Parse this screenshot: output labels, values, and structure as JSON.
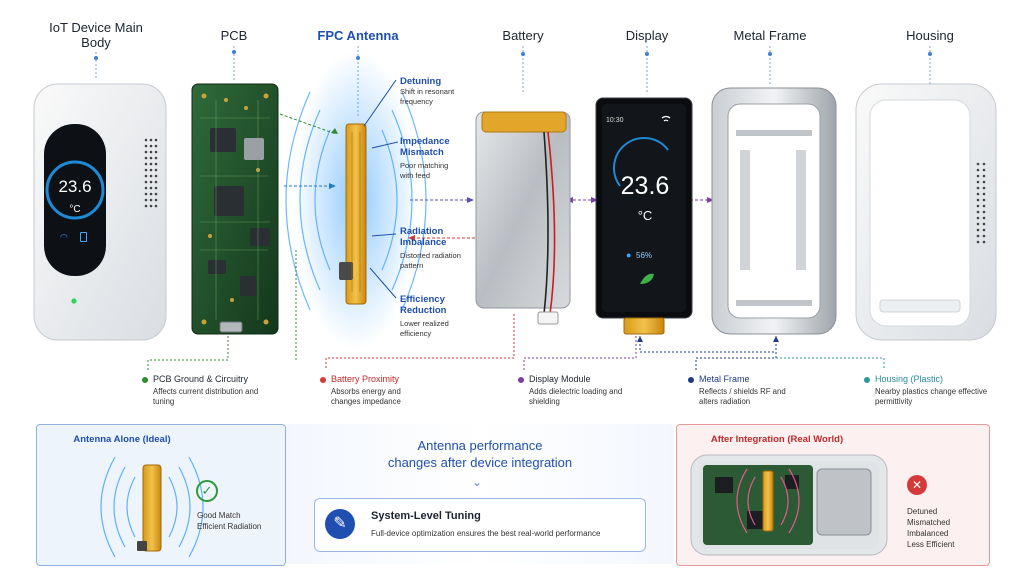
{
  "columns": [
    {
      "id": "main",
      "label": "IoT Device Main Body"
    },
    {
      "id": "pcb",
      "label": "PCB"
    },
    {
      "id": "fpc",
      "label": "FPC Antenna"
    },
    {
      "id": "battery",
      "label": "Battery"
    },
    {
      "id": "display",
      "label": "Display"
    },
    {
      "id": "frame",
      "label": "Metal Frame"
    },
    {
      "id": "housing",
      "label": "Housing"
    }
  ],
  "device_readout": {
    "temp": "23.6",
    "unit": "°C"
  },
  "display_readout": {
    "time": "10:30",
    "temp": "23.6",
    "unit": "°C",
    "humidity": "56%"
  },
  "antenna_effects": [
    {
      "title": "Detuning",
      "desc": "Shift in resonant frequency"
    },
    {
      "title": "Impedance Mismatch",
      "desc": "Poor matching with feed"
    },
    {
      "title": "Radiation Imbalance",
      "desc": "Distorted radiation pattern"
    },
    {
      "title": "Efficiency Reduction",
      "desc": "Lower realized efficiency"
    }
  ],
  "influences": [
    {
      "title": "PCB Ground & Circuitry",
      "desc": "Affects current distribution and tuning",
      "color": "#2e8b2e"
    },
    {
      "title": "Battery Proximity",
      "desc": "Absorbs energy and changes impedance",
      "color": "#d43a3a"
    },
    {
      "title": "Display Module",
      "desc": "Adds dielectric loading and shielding",
      "color": "#7b3fa0"
    },
    {
      "title": "Metal Frame",
      "desc": "Reflects / shields RF and alters radiation",
      "color": "#1f3a8a"
    },
    {
      "title": "Housing (Plastic)",
      "desc": "Nearby plastics change effective permittivity",
      "color": "#2a9a9a"
    }
  ],
  "ideal": {
    "title": "Antenna Alone (Ideal)",
    "line1": "Good Match",
    "line2": "Efficient Radiation"
  },
  "center": {
    "line1": "Antenna performance",
    "line2": "changes after device integration",
    "tuning_title": "System-Level Tuning",
    "tuning_desc": "Full-device optimization ensures the best real-world performance"
  },
  "real": {
    "title": "After Integration (Real World)",
    "line1": "Detuned",
    "line2": "Mismatched",
    "line3": "Imbalanced",
    "line4": "Less Efficient"
  },
  "colors": {
    "accent": "#1f4fb0",
    "green": "#2e9a3e",
    "red": "#d43a3a",
    "purple": "#7b3fa0",
    "navy": "#1f3a8a",
    "teal": "#2a9a9a",
    "amber": "#e0a020"
  }
}
